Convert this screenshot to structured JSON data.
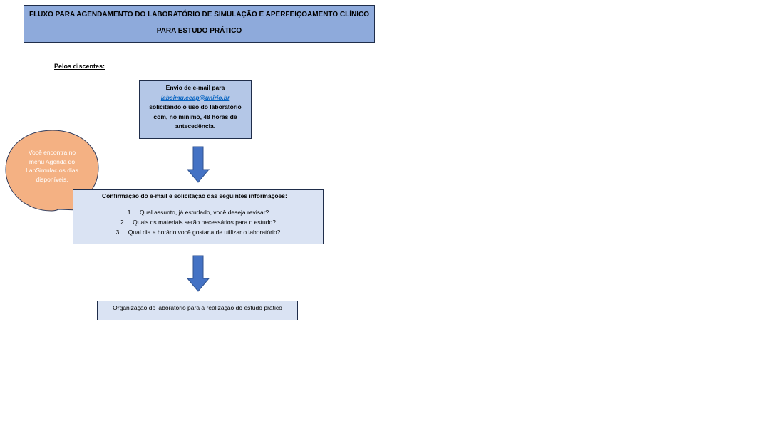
{
  "title": {
    "line1": "FLUXO PARA AGENDAMENTO DO LABORATÓRIO DE SIMULAÇÃO E APERFEIÇOAMENTO CLÍNICO",
    "line2": "PARA ESTUDO PRÁTICO"
  },
  "section_label": "Pelos discentes:",
  "email_box": {
    "line1": "Envio de e-mail para",
    "email": "labsimu.eeap@unirio.br",
    "line2": "solicitando o uso do laboratório",
    "line3": "com, no mínimo, 48 horas de",
    "line4": "antecedência."
  },
  "callout": {
    "text": "Você encontra no menu Agenda do LabSimulac os dias disponíveis.",
    "color": "#f4b183"
  },
  "confirm_box": {
    "heading": "Confirmação do e-mail e solicitação das seguintes informações:",
    "items": [
      {
        "num": "1.",
        "text": "Qual assunto, já estudado, você deseja revisar?"
      },
      {
        "num": "2.",
        "text": "Quais os materiais serão necessários para o estudo?"
      },
      {
        "num": "3.",
        "text": "Qual dia e horário você gostaria de utilizar o laboratório?"
      }
    ]
  },
  "org_box": {
    "text": "Organização do laboratório para a realização do estudo prático"
  },
  "colors": {
    "title_fill": "#8eaadb",
    "email_fill": "#b4c7e7",
    "light_fill": "#dae3f3",
    "arrow": "#4472c4"
  }
}
